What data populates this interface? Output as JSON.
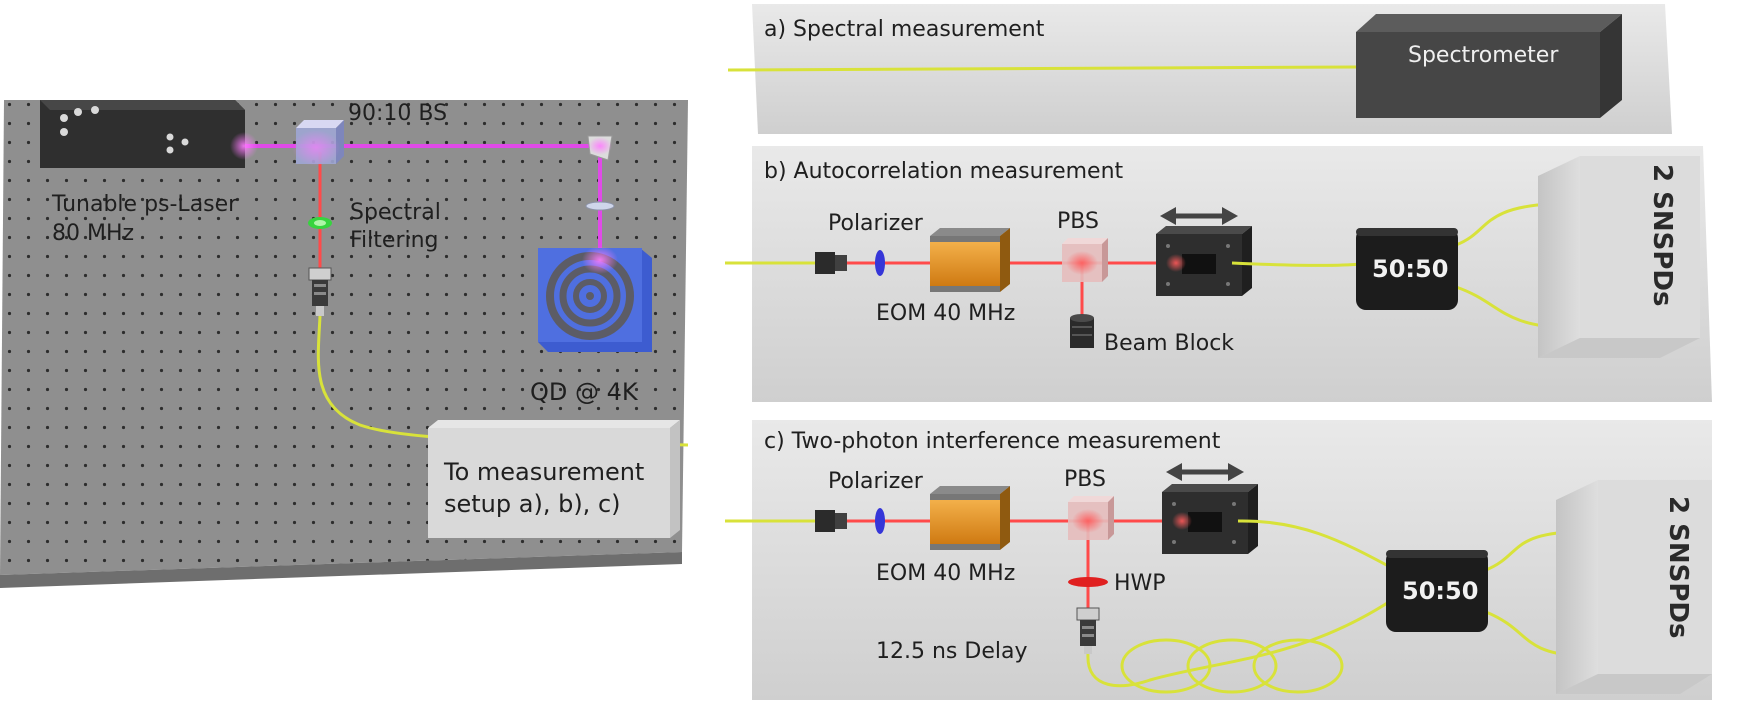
{
  "left_table": {
    "laser_label_line1": "Tunable ps-Laser",
    "laser_label_line2": "80 MHz",
    "bs_label": "90:10 BS",
    "filter_label_line1": "Spectral",
    "filter_label_line2": "Filtering",
    "qd_label": "QD @ 4K",
    "output_label_line1": "To measurement",
    "output_label_line2": "setup a), b), c)"
  },
  "panel_a": {
    "title": "a) Spectral measurement",
    "spectrometer_label": "Spectrometer"
  },
  "panel_b": {
    "title": "b) Autocorrelation measurement",
    "polarizer_label": "Polarizer",
    "eom_label": "EOM 40 MHz",
    "pbs_label": "PBS",
    "beam_block_label": "Beam Block",
    "splitter_label": "50:50",
    "detector_label": "2 SNSPDs"
  },
  "panel_c": {
    "title": "c) Two-photon interference measurement",
    "polarizer_label": "Polarizer",
    "eom_label": "EOM 40 MHz",
    "pbs_label": "PBS",
    "hwp_label": "HWP",
    "delay_label": "12.5 ns Delay",
    "splitter_label": "50:50",
    "detector_label": "2 SNSPDs"
  },
  "colors": {
    "fiber": "#d8e23a",
    "laser_beam": "#e04ae8",
    "red_beam": "#ff4a4a",
    "eom_orange": "#e8901c",
    "qd_blue": "#4a68d8"
  }
}
